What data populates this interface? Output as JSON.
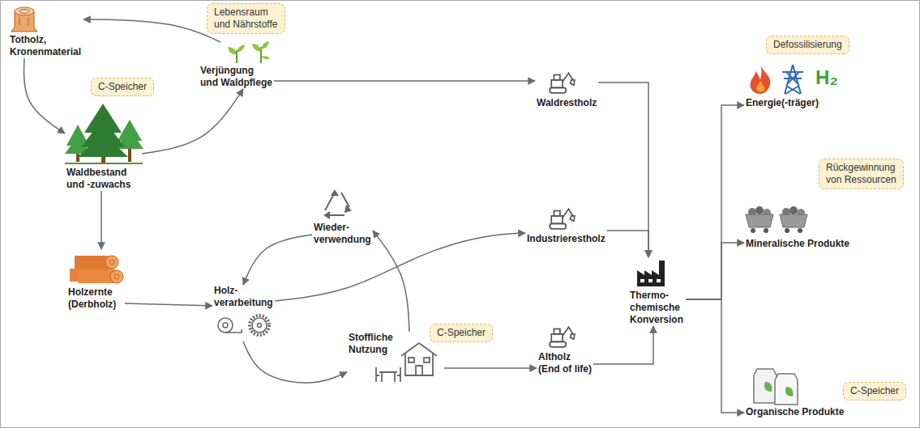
{
  "diagram": {
    "nodes": [
      {
        "text": [
          "Lebensraum und Nährstoffe"
        ]
      },
      {
        "text": [
          "Totholz, Kronenmaterial"
        ]
      },
      {
        "text": [
          "Verjüngung und Waldpflege"
        ]
      },
      {
        "text": [
          "C-Speicher"
        ]
      },
      {
        "text": [
          "Waldbestand und -zuwachs"
        ]
      },
      {
        "text": [
          "Waldrestholz"
        ]
      },
      {
        "text": [
          "Defossilisierung"
        ]
      },
      {
        "text": [
          "Energie(-träger)"
        ]
      },
      {
        "text": [
          "Wieder- verwendung"
        ]
      },
      {
        "text": [
          "Industrierestholz"
        ]
      },
      {
        "text": [
          "Rückgewinnung von Ressourcen"
        ]
      },
      {
        "text": [
          "Mineralische Produkte"
        ]
      },
      {
        "text": [
          "Holzernte (Derbholz)"
        ]
      },
      {
        "text": [
          "Holz- verarbeitung"
        ]
      },
      {
        "text": [
          "Thermo- chemische Konversion"
        ]
      },
      {
        "text": [
          "Stoffliche Nutzung"
        ]
      },
      {
        "text": [
          "C-Speicher"
        ]
      },
      {
        "text": [
          "Altholz (End of life)"
        ]
      },
      {
        "text": [
          "C-Speicher"
        ]
      },
      {
        "text": [
          "Organische Produkte"
        ]
      }
    ],
    "edges": [
      {
        "from": 2,
        "to": 1,
        "arrow": "to"
      },
      {
        "from": 1,
        "to": 4,
        "arrow": "to"
      },
      {
        "from": 4,
        "to": 2,
        "arrow": "to"
      },
      {
        "from": 4,
        "to": 12,
        "arrow": "to"
      },
      {
        "from": 12,
        "to": 13,
        "arrow": "to"
      },
      {
        "from": 13,
        "to": 15,
        "arrow": "to"
      },
      {
        "from": 15,
        "to": 8,
        "arrow": "to"
      },
      {
        "from": 8,
        "to": 13,
        "arrow": "to"
      },
      {
        "from": 13,
        "to": 9,
        "arrow": "to"
      },
      {
        "from": 2,
        "to": 5,
        "arrow": "to"
      },
      {
        "from": 15,
        "to": 17,
        "arrow": "to"
      },
      {
        "from": 5,
        "to": 14,
        "arrow": "to"
      },
      {
        "from": 9,
        "to": 14,
        "arrow": "to"
      },
      {
        "from": 17,
        "to": 14,
        "arrow": "to"
      },
      {
        "from": 14,
        "to": 7,
        "arrow": "to"
      },
      {
        "from": 14,
        "to": 11,
        "arrow": "to"
      },
      {
        "from": 14,
        "to": 19,
        "arrow": "to"
      }
    ],
    "labels": [
      "H₂"
    ]
  }
}
